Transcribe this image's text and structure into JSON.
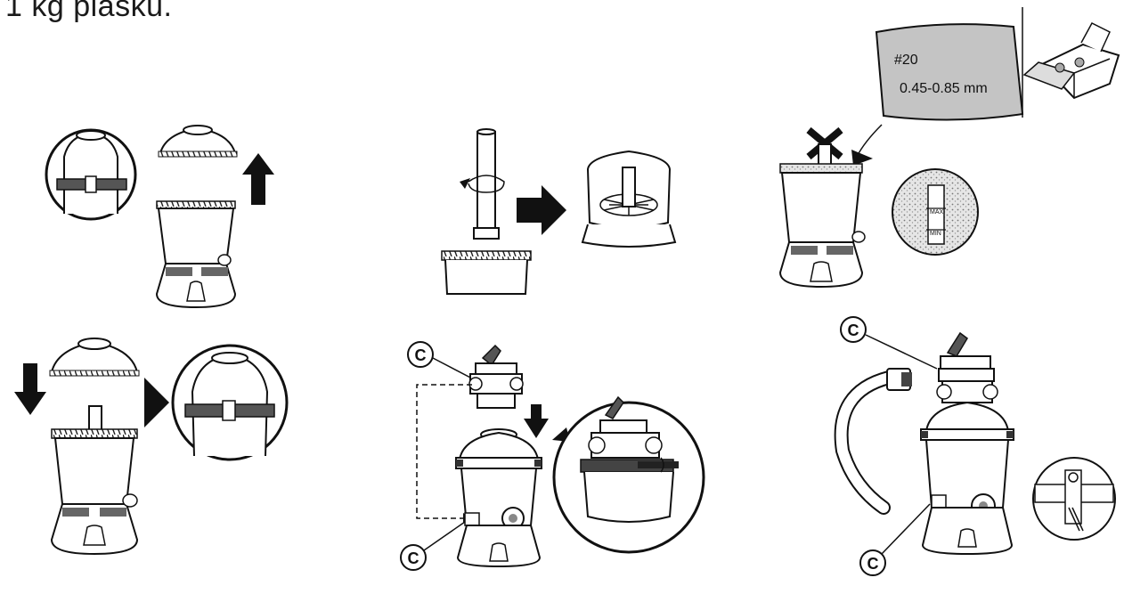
{
  "heading": "1 kg piasku.",
  "sand_bag": {
    "grade": "#20",
    "size": "0.45-0.85 mm"
  },
  "callouts": {
    "c1": "C",
    "c2": "C",
    "c3": "C",
    "c4": "C"
  },
  "gauge_marks": {
    "top": "MAX",
    "bottom": "MIN"
  },
  "icons": [
    "arrow-up-icon",
    "arrow-down-icon",
    "arrow-right-icon",
    "rotate-icon",
    "cross-icon",
    "box-icon"
  ]
}
